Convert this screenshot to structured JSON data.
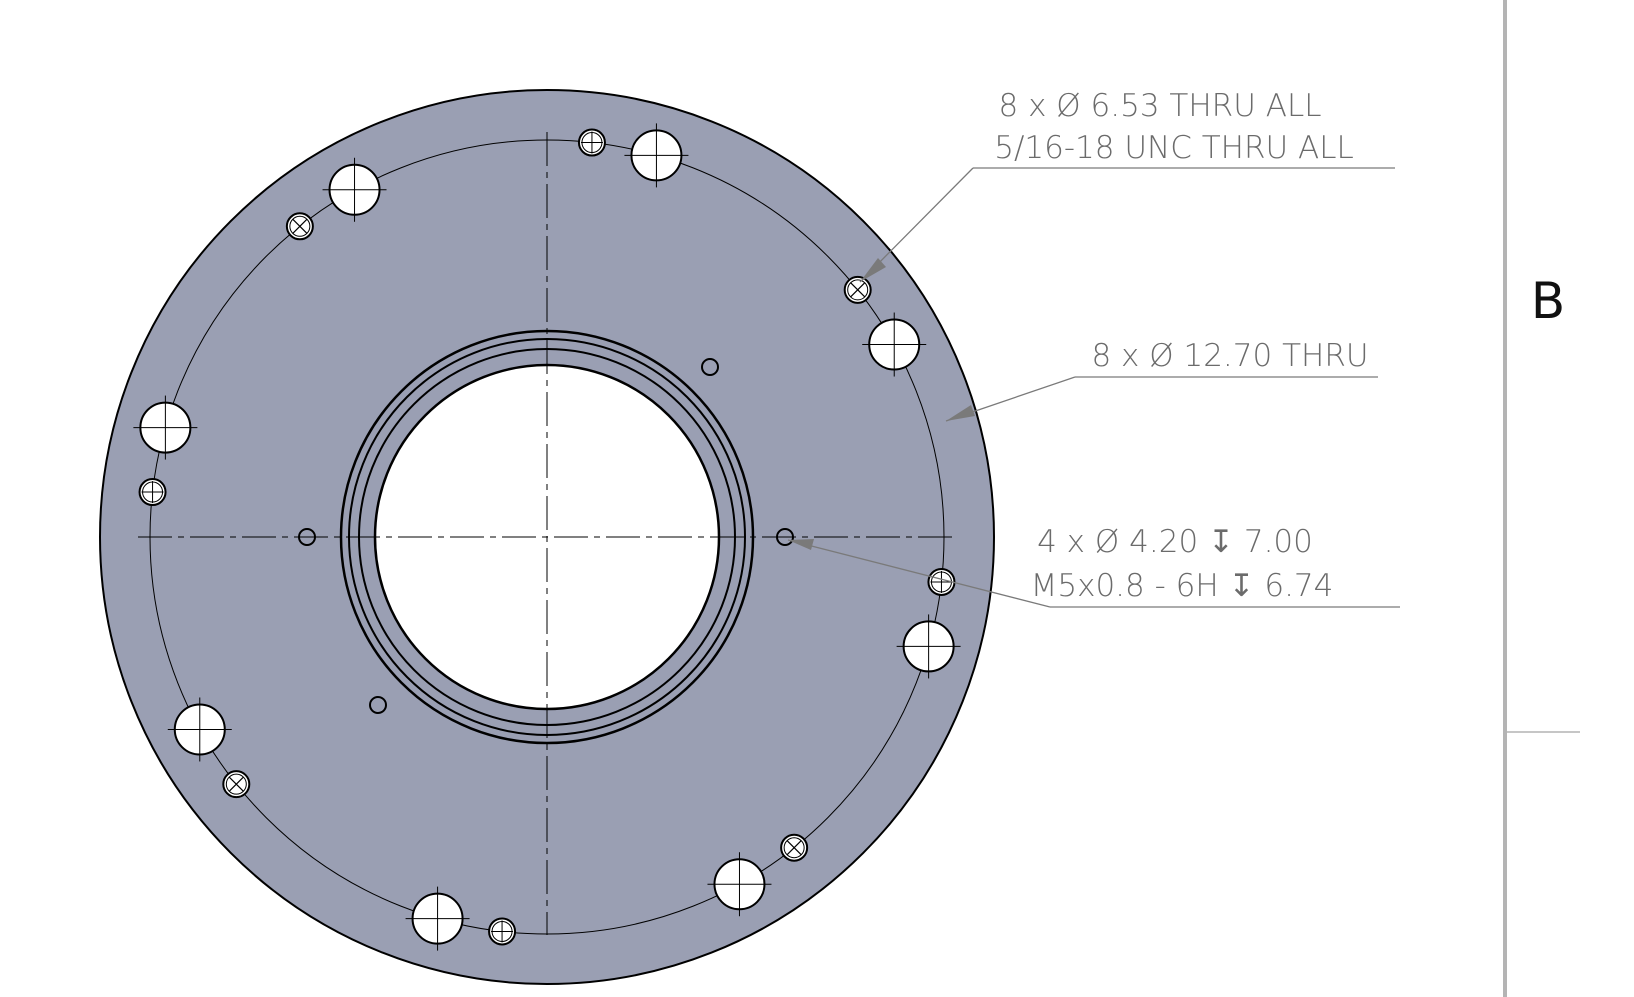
{
  "colors": {
    "part_fill": "#9a9fb3",
    "edge": "#000000",
    "leader": "#7a7a7a",
    "annotation": "#6b6b6b",
    "border": "#b4b4b4"
  },
  "zone_label": "B",
  "callouts": {
    "small_thru": {
      "line1": "8 x  Ø  6.53 THRU ALL",
      "line2": "5/16-18 UNC  THRU ALL"
    },
    "large_thru": {
      "line1": "8 x  Ø 12.70 THRU"
    },
    "tapped": {
      "line1": "4 x  Ø  4.20  ↧  7.00",
      "line2": "M5x0.8 - 6H  ↧  6.74"
    }
  },
  "features": {
    "large_hole_count": 8,
    "small_hole_count": 8,
    "tapped_hole_count": 4
  }
}
